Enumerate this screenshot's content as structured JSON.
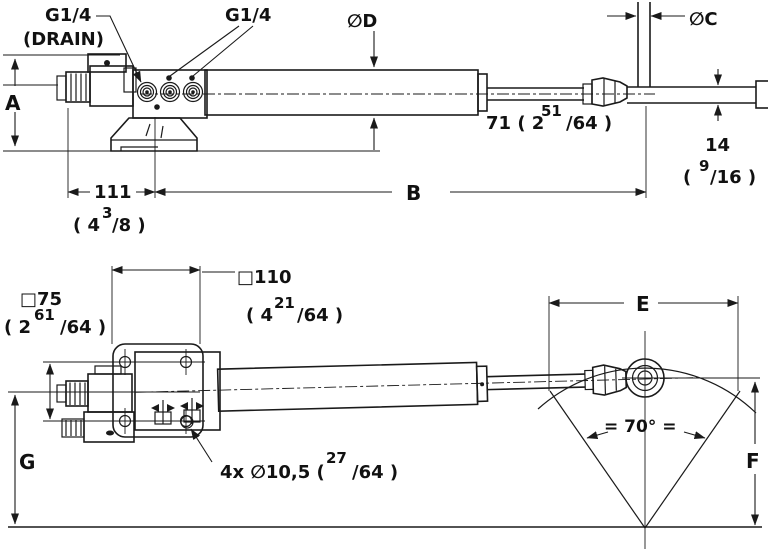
{
  "colors": {
    "line": "#1a1a1a",
    "background": "#ffffff"
  },
  "labels": {
    "g14_drain_1": "G1/4",
    "g14_drain_2": "(DRAIN)",
    "g14": "G1/4",
    "dia_d": "∅D",
    "dia_c": "∅C",
    "a": "A",
    "b": "B",
    "e": "E",
    "f": "F",
    "g": "G",
    "stroke_pre": "71 ( 2",
    "stroke_num": "51",
    "stroke_post": "/64 )",
    "rod14_val": "14",
    "rod14_pre": "(",
    "rod14_num": "9",
    "rod14_post": "/16 )",
    "len111_val": "111",
    "len111_pre": "( 4",
    "len111_num": "3",
    "len111_post": "/8 )",
    "sq75_val": "□75",
    "sq75_pre": "( 2",
    "sq75_num": "61",
    "sq75_post": "/64 )",
    "sq110_val": "□110",
    "sq110_pre": "( 4",
    "sq110_num": "21",
    "sq110_post": "/64 )",
    "holes_pre": "4x ∅10,5 (",
    "holes_num": "27",
    "holes_post": "/64 )",
    "angle": "= 70° ="
  }
}
